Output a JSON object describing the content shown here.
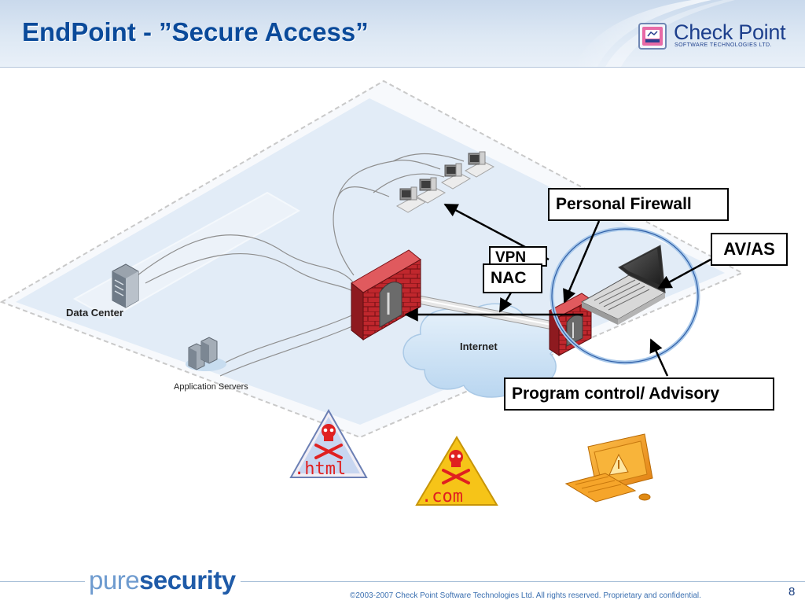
{
  "slide": {
    "title": "EndPoint - ”Secure Access”",
    "page_number": "8"
  },
  "brand": {
    "name": "Check Point",
    "tagline": "SOFTWARE TECHNOLOGIES LTD."
  },
  "diagram": {
    "labels": {
      "data_center": "Data Center",
      "application_servers": "Application Servers",
      "internet": "Internet"
    },
    "threat_icons": {
      "html": ".html",
      "com": ".com"
    },
    "callouts": {
      "personal_firewall": "Personal Firewall",
      "av_as": "AV/AS",
      "vpn": "VPN",
      "nac": "NAC",
      "program_control": "Program control/ Advisory"
    }
  },
  "footer": {
    "brand_light": "pure",
    "brand_bold": "security",
    "copyright": "©2003-2007 Check Point Software Technologies Ltd. All rights reserved. Proprietary and confidential."
  },
  "colors": {
    "title_blue": "#0a4a9a",
    "firewall_red": "#c0272d",
    "cloud_blue": "#cfe3f6",
    "threat_yellow": "#f6c418",
    "threat_skull_red": "#e02020",
    "warning_pc_orange": "#f29b1c"
  }
}
